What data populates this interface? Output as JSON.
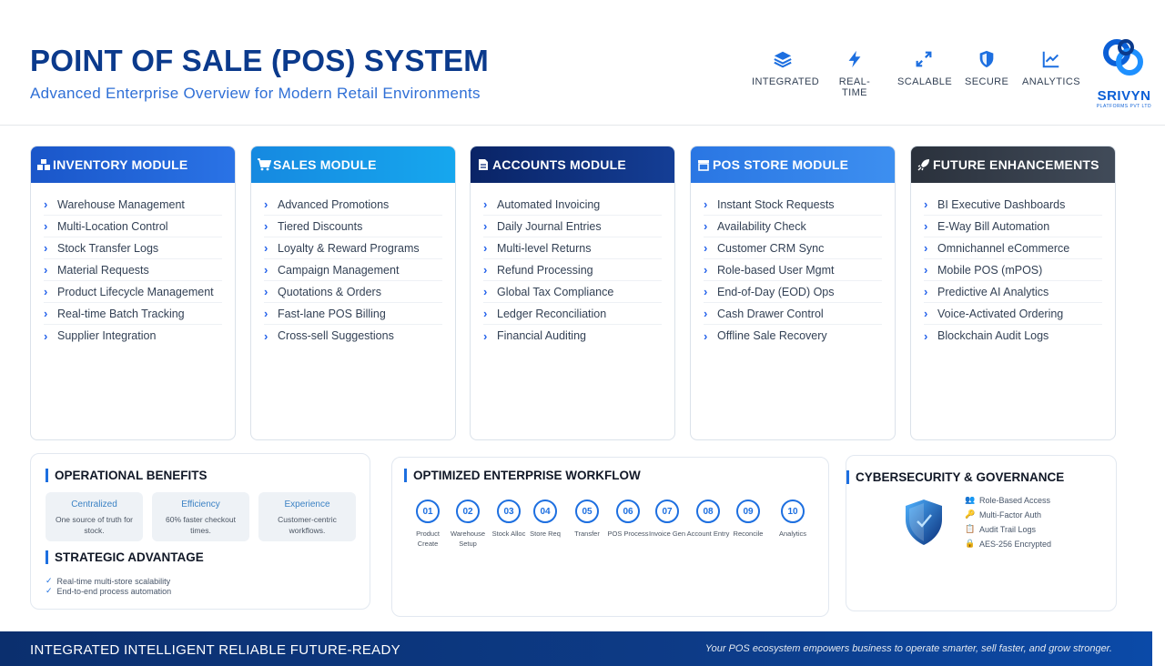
{
  "header": {
    "title": "POINT OF SALE (POS) SYSTEM",
    "subtitle": "Advanced Enterprise Overview for Modern Retail Environments",
    "features": [
      {
        "label": "INTEGRATED",
        "icon": "layers-icon"
      },
      {
        "label": "REAL-TIME",
        "icon": "bolt-icon"
      },
      {
        "label": "SCALABLE",
        "icon": "expand-icon"
      },
      {
        "label": "SECURE",
        "icon": "shield-icon"
      },
      {
        "label": "ANALYTICS",
        "icon": "chart-line-icon"
      }
    ],
    "logo": {
      "brand": "SRIVYN",
      "tagline": "PLATFORMS PVT LTD"
    }
  },
  "modules": [
    {
      "title": "INVENTORY MODULE",
      "icon": "boxes-icon",
      "color": "#1e5fd8",
      "items": [
        "Warehouse Management",
        "Multi-Location Control",
        "Stock Transfer Logs",
        "Material Requests",
        "Product Lifecycle Management",
        "Real-time Batch Tracking",
        "Supplier Integration"
      ]
    },
    {
      "title": "SALES MODULE",
      "icon": "cart-icon",
      "color": "#1596e6",
      "items": [
        "Advanced Promotions",
        "Tiered Discounts",
        "Loyalty & Reward Programs",
        "Campaign Management",
        "Quotations & Orders",
        "Fast-lane POS Billing",
        "Cross-sell Suggestions"
      ]
    },
    {
      "title": "ACCOUNTS MODULE",
      "icon": "file-invoice-icon",
      "color": "#0d2f7a",
      "items": [
        "Automated Invoicing",
        "Daily Journal Entries",
        "Multi-level Returns",
        "Refund Processing",
        "Global Tax Compliance",
        "Ledger Reconciliation",
        "Financial Auditing"
      ]
    },
    {
      "title": "POS STORE MODULE",
      "icon": "store-icon",
      "color": "#2b7de9",
      "items": [
        "Instant Stock Requests",
        "Availability Check",
        "Customer CRM Sync",
        "Role-based User Mgmt",
        "End-of-Day (EOD) Ops",
        "Cash Drawer Control",
        "Offline Sale Recovery"
      ]
    },
    {
      "title": "FUTURE ENHANCEMENTS",
      "icon": "rocket-icon",
      "color": "#2b3442",
      "items": [
        "BI Executive Dashboards",
        "E-Way Bill Automation",
        "Omnichannel eCommerce",
        "Mobile POS (mPOS)",
        "Predictive AI Analytics",
        "Voice-Activated Ordering",
        "Blockchain Audit Logs"
      ]
    }
  ],
  "benefits": {
    "title": "OPERATIONAL BENEFITS",
    "cards": [
      {
        "title": "Centralized",
        "desc": "One source of truth for stock."
      },
      {
        "title": "Efficiency",
        "desc": "60% faster checkout times."
      },
      {
        "title": "Experience",
        "desc": "Customer-centric workflows."
      }
    ],
    "advantage_title": "STRATEGIC ADVANTAGE",
    "advantages": [
      "Real-time multi-store scalability",
      "End-to-end process automation"
    ]
  },
  "workflow": {
    "title": "OPTIMIZED ENTERPRISE WORKFLOW",
    "steps": [
      {
        "num": "01",
        "label": "Product Create"
      },
      {
        "num": "02",
        "label": "Warehouse Setup"
      },
      {
        "num": "03",
        "label": "Stock Alloc"
      },
      {
        "num": "04",
        "label": "Store Req"
      },
      {
        "num": "05",
        "label": "Transfer"
      },
      {
        "num": "06",
        "label": "POS Process"
      },
      {
        "num": "07",
        "label": "Invoice Gen"
      },
      {
        "num": "08",
        "label": "Account Entry"
      },
      {
        "num": "09",
        "label": "Reconcile"
      },
      {
        "num": "10",
        "label": "Analytics"
      }
    ]
  },
  "security": {
    "title": "CYBERSECURITY & GOVERNANCE",
    "items": [
      {
        "label": "Role-Based Access",
        "icon": "users-icon"
      },
      {
        "label": "Multi-Factor Auth",
        "icon": "key-icon"
      },
      {
        "label": "Audit Trail Logs",
        "icon": "clipboard-icon"
      },
      {
        "label": "AES-256 Encrypted",
        "icon": "lock-icon"
      }
    ]
  },
  "footer": {
    "left": "INTEGRATED INTELLIGENT RELIABLE FUTURE-READY",
    "right": "Your POS ecosystem empowers business to operate smarter, sell faster, and grow stronger."
  }
}
